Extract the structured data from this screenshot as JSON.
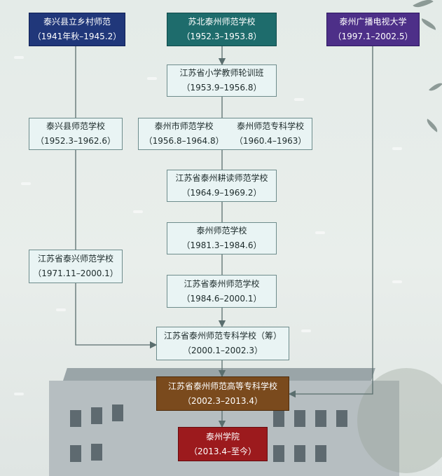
{
  "nodes": {
    "taixing_rural": {
      "name": "泰兴县立乡村师范",
      "period": "（1941年秋–1945.2）"
    },
    "subei_taizhou": {
      "name": "苏北泰州师范学校",
      "period": "（1952.3–1953.8）"
    },
    "taizhou_tv": {
      "name": "泰州广播电视大学",
      "period": "（1997.1–2002.5）"
    },
    "js_primary_training": {
      "name": "江苏省小学教师轮训班",
      "period": "（1953.9–1956.8）"
    },
    "taixing_normal": {
      "name": "泰兴县师范学校",
      "period": "（1952.3–1962.6）"
    },
    "taizhou_city_normal": {
      "name": "泰州市师范学校",
      "period": "（1956.8–1964.8）"
    },
    "taizhou_special_normal": {
      "name": "泰州师范专科学校",
      "period": "（1960.4–1963）"
    },
    "js_gengdu": {
      "name": "江苏省泰州耕读师范学校",
      "period": "（1964.9–1969.2）"
    },
    "taizhou_normal": {
      "name": "泰州师范学校",
      "period": "（1981.3–1984.6）"
    },
    "js_taixing_normal": {
      "name": "江苏省泰兴师范学校",
      "period": "（1971.11–2000.1）"
    },
    "js_taizhou_normal": {
      "name": "江苏省泰州师范学校",
      "period": "（1984.6–2000.1）"
    },
    "js_taizhou_prep": {
      "name": "江苏省泰州师范专科学校（筹）",
      "period": "（2000.1–2002.3）"
    },
    "js_taizhou_college": {
      "name": "江苏省泰州师范高等专科学校",
      "period": "（2002.3–2013.4）"
    },
    "taizhou_university": {
      "name": "泰州学院",
      "period": "（2013.4–至今）"
    }
  },
  "colors": {
    "navy": "#20377a",
    "teal": "#1e6c6c",
    "purple": "#4d2f88",
    "brown": "#7a4a1d",
    "red": "#9c1a1d",
    "light_box": "#e9f4f4",
    "connector": "#5a6e6e"
  }
}
